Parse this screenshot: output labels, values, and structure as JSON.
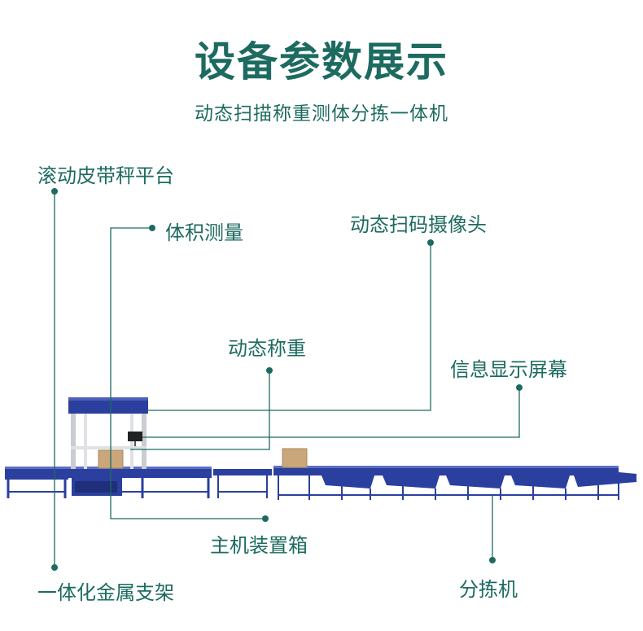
{
  "header": {
    "title": "设备参数展示",
    "subtitle": "动态扫描称重测体分拣一体机"
  },
  "callouts": {
    "roller_platform": "滚动皮带秤平台",
    "volume": "体积测量",
    "scan_camera": "动态扫码摄像头",
    "dynamic_weighing": "动态称重",
    "info_screen": "信息显示屏幕",
    "main_box": "主机装置箱",
    "metal_frame": "一体化金属支架",
    "sorter": "分拣机"
  },
  "colors": {
    "accent": "#1d6b60",
    "machine_blue": "#2b3f9e",
    "machine_dark": "#1f2f7a",
    "box": "#c9a77a"
  }
}
